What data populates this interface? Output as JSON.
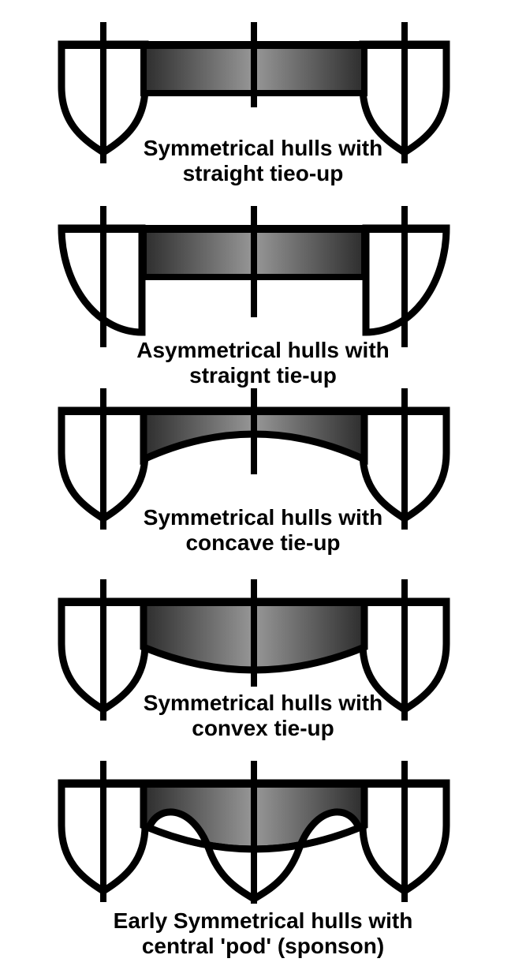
{
  "page": {
    "background_color": "#ffffff"
  },
  "colors": {
    "outline": "#000000",
    "hull_fill": "#ffffff",
    "deck_gradient_edge": "#2d2d2d",
    "deck_gradient_center": "#979797",
    "label_text": "#000000"
  },
  "panels": [
    {
      "id": "symmetrical-straight",
      "hull_type": "symmetrical",
      "tieup": "straight",
      "has_central_pod": false,
      "label_line1": "Symmetrical hulls with",
      "label_line2": "straight tieo-up"
    },
    {
      "id": "asymmetrical-straight",
      "hull_type": "asymmetrical",
      "tieup": "straight",
      "has_central_pod": false,
      "label_line1": "Asymmetrical hulls with",
      "label_line2": "straignt tie-up"
    },
    {
      "id": "symmetrical-concave",
      "hull_type": "symmetrical",
      "tieup": "concave",
      "has_central_pod": false,
      "label_line1": "Symmetrical hulls with",
      "label_line2": "concave tie-up"
    },
    {
      "id": "symmetrical-convex",
      "hull_type": "symmetrical",
      "tieup": "convex",
      "has_central_pod": false,
      "label_line1": "Symmetrical hulls with",
      "label_line2": "convex tie-up"
    },
    {
      "id": "early-central-pod",
      "hull_type": "symmetrical",
      "tieup": "convex",
      "has_central_pod": true,
      "label_line1": "Early Symmetrical hulls with",
      "label_line2": "central 'pod' (sponson)"
    }
  ]
}
